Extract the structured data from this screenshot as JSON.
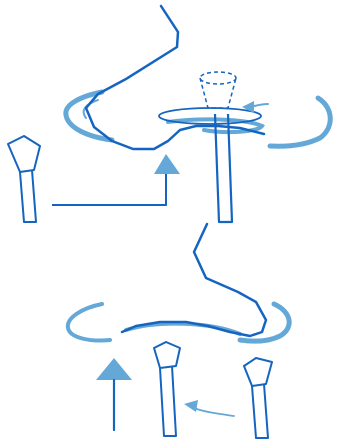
{
  "colors": {
    "outline": "#1565c0",
    "light": "#64a8d8",
    "background": "#ffffff"
  },
  "panels": [
    {
      "name": "top-panel",
      "elements": [
        "wavy-cord",
        "swirl-curves",
        "cup-on-stick",
        "dashed-lifted-cup",
        "rotation-arrow",
        "stick-on-axle",
        "l-shaped-arrow"
      ]
    },
    {
      "name": "bottom-panel",
      "elements": [
        "wavy-cord",
        "swirl-curves",
        "up-arrow",
        "cup-on-stick",
        "curved-arrow",
        "cup-on-stick"
      ]
    }
  ]
}
